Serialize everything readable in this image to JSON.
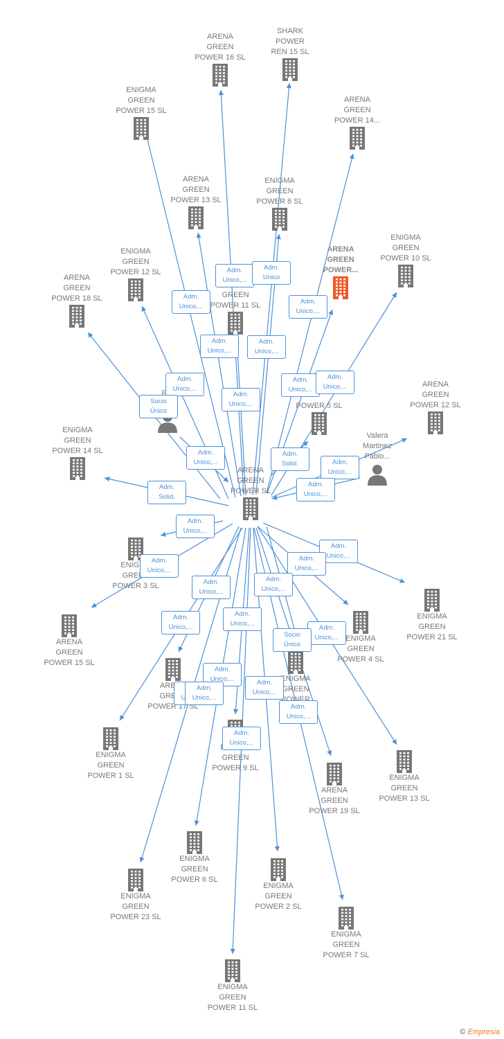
{
  "colors": {
    "edge": "#4a90d9",
    "node_icon": "#777777",
    "highlight_icon": "#f05a28"
  },
  "nodes": [
    {
      "id": "center",
      "label": "ARENA\nGREEN\nPOWER  SL",
      "type": "company",
      "label_pos": "above"
    },
    {
      "id": "n_arena16",
      "label": "ARENA\nGREEN\nPOWER 16  SL",
      "type": "company",
      "label_pos": "above"
    },
    {
      "id": "n_shark15",
      "label": "SHARK\nPOWER\nREN 15  SL",
      "type": "company",
      "label_pos": "above"
    },
    {
      "id": "n_enigma15t",
      "label": "ENIGMA\nGREEN\nPOWER 15  SL",
      "type": "company",
      "label_pos": "above"
    },
    {
      "id": "n_arena14",
      "label": "ARENA\nGREEN\nPOWER 14...",
      "type": "company",
      "label_pos": "above"
    },
    {
      "id": "n_arena13",
      "label": "ARENA\nGREEN\nPOWER 13  SL",
      "type": "company",
      "label_pos": "above"
    },
    {
      "id": "n_enigma8",
      "label": "ENIGMA\nGREEN\nPOWER 8  SL",
      "type": "company",
      "label_pos": "above"
    },
    {
      "id": "n_arena_hl",
      "label": "ARENA\nGREEN\nPOWER...",
      "type": "company_highlight",
      "label_pos": "above"
    },
    {
      "id": "n_enigma10",
      "label": "ENIGMA\nGREEN\nPOWER 10  SL",
      "type": "company",
      "label_pos": "above"
    },
    {
      "id": "n_enigma12",
      "label": "ENIGMA\nGREEN\nPOWER 12  SL",
      "type": "company",
      "label_pos": "above"
    },
    {
      "id": "n_arena18",
      "label": "ARENA\nGREEN\nPOWER 18  SL",
      "type": "company",
      "label_pos": "above"
    },
    {
      "id": "n_green11",
      "label": "GREEN\nPOWER 11  SL",
      "type": "company",
      "label_pos": "above"
    },
    {
      "id": "n_person1",
      "label": "Per\nLig   r",
      "type": "person",
      "label_pos": "above"
    },
    {
      "id": "n_arena12r",
      "label": "ARENA\nGREEN\nPOWER 12  SL",
      "type": "company",
      "label_pos": "above"
    },
    {
      "id": "n_power5",
      "label": "POWER 5  SL",
      "type": "company",
      "label_pos": "above"
    },
    {
      "id": "n_valera",
      "label": "Valera\nMartinez\nPablo...",
      "type": "person",
      "label_pos": "above"
    },
    {
      "id": "n_enigma14",
      "label": "ENIGMA\nGREEN\nPOWER 14  SL",
      "type": "company",
      "label_pos": "above"
    },
    {
      "id": "n_enigma3",
      "label": "ENIGMA\nGREEN\nPOWER 3  SL",
      "type": "company",
      "label_pos": "below"
    },
    {
      "id": "n_enigma21",
      "label": "ENIGMA\nGREEN\nPOWER 21  SL",
      "type": "company",
      "label_pos": "below"
    },
    {
      "id": "n_arena15",
      "label": "ARENA\nGREEN\nPOWER 15  SL",
      "type": "company",
      "label_pos": "below"
    },
    {
      "id": "n_enigma4",
      "label": "ENIGMA\nGREEN\nPOWER 4  SL",
      "type": "company",
      "label_pos": "below"
    },
    {
      "id": "n_arena17",
      "label": "ARENA\nGREEN\nPOWER 17  SL",
      "type": "company",
      "label_pos": "below"
    },
    {
      "id": "n_enigma_x",
      "label": "ENIGMA\nGREEN\nPOWER",
      "type": "company",
      "label_pos": "below"
    },
    {
      "id": "n_enigma1",
      "label": "ENIGMA\nGREEN\nPOWER 1  SL",
      "type": "company",
      "label_pos": "below"
    },
    {
      "id": "n_enigma9",
      "label": "ENIGMA\nGREEN\nPOWER 9  SL",
      "type": "company",
      "label_pos": "below"
    },
    {
      "id": "n_enigma13",
      "label": "ENIGMA\nGREEN\nPOWER 13  SL",
      "type": "company",
      "label_pos": "below"
    },
    {
      "id": "n_arena19",
      "label": "ARENA\nGREEN\nPOWER 19  SL",
      "type": "company",
      "label_pos": "below"
    },
    {
      "id": "n_enigma6",
      "label": "ENIGMA\nGREEN\nPOWER 6  SL",
      "type": "company",
      "label_pos": "below"
    },
    {
      "id": "n_enigma23",
      "label": "ENIGMA\nGREEN\nPOWER 23  SL",
      "type": "company",
      "label_pos": "below"
    },
    {
      "id": "n_enigma2",
      "label": "ENIGMA\nGREEN\nPOWER 2  SL",
      "type": "company",
      "label_pos": "below"
    },
    {
      "id": "n_enigma7",
      "label": "ENIGMA\nGREEN\nPOWER 7  SL",
      "type": "company",
      "label_pos": "below"
    },
    {
      "id": "n_enigma11b",
      "label": "ENIGMA\nGREEN\nPOWER 11  SL",
      "type": "company",
      "label_pos": "below"
    }
  ],
  "edge_labels": [
    "Adm.\nUnico,...",
    "Adm.\nUnico",
    "Adm.\nUnico,...",
    "Adm.\nUnico,...",
    "Adm.\nUnico,...",
    "Adm.\nUnico,...",
    "Adm.\nUnico,...",
    "Adm.\nUnico,...",
    "Socio\nÚnico",
    "Adm.\nUnico,...",
    "Adm.\nUnico,...",
    "Adm.\nUnico,...",
    "Adm.\nSolid.",
    "Adm.\nUnico,...",
    "Adm.\nUnico,...",
    "Adm.\nSolid.",
    "Adm.\nUnico,...",
    "Adm.\nUnico,...",
    "Adm.\nUnico,...",
    "Adm.\nUnico,...",
    "Adm.\nUnico,...",
    "Adm.\nUnico,...",
    "Adm.\nUnico,...",
    "Adm.\nUnico,...",
    "Adm.\nUnico,...",
    "Socio\nÚnico",
    "Adm.\nUnico,...",
    "Adm.\nUnico,...",
    "Adm.\nUnico,...",
    "Adm.\nUnico,...",
    "Adm.\nUnico,...",
    "Adm.\nUnico,..."
  ],
  "footer": {
    "copyright": "©",
    "brand": "Empresia"
  }
}
